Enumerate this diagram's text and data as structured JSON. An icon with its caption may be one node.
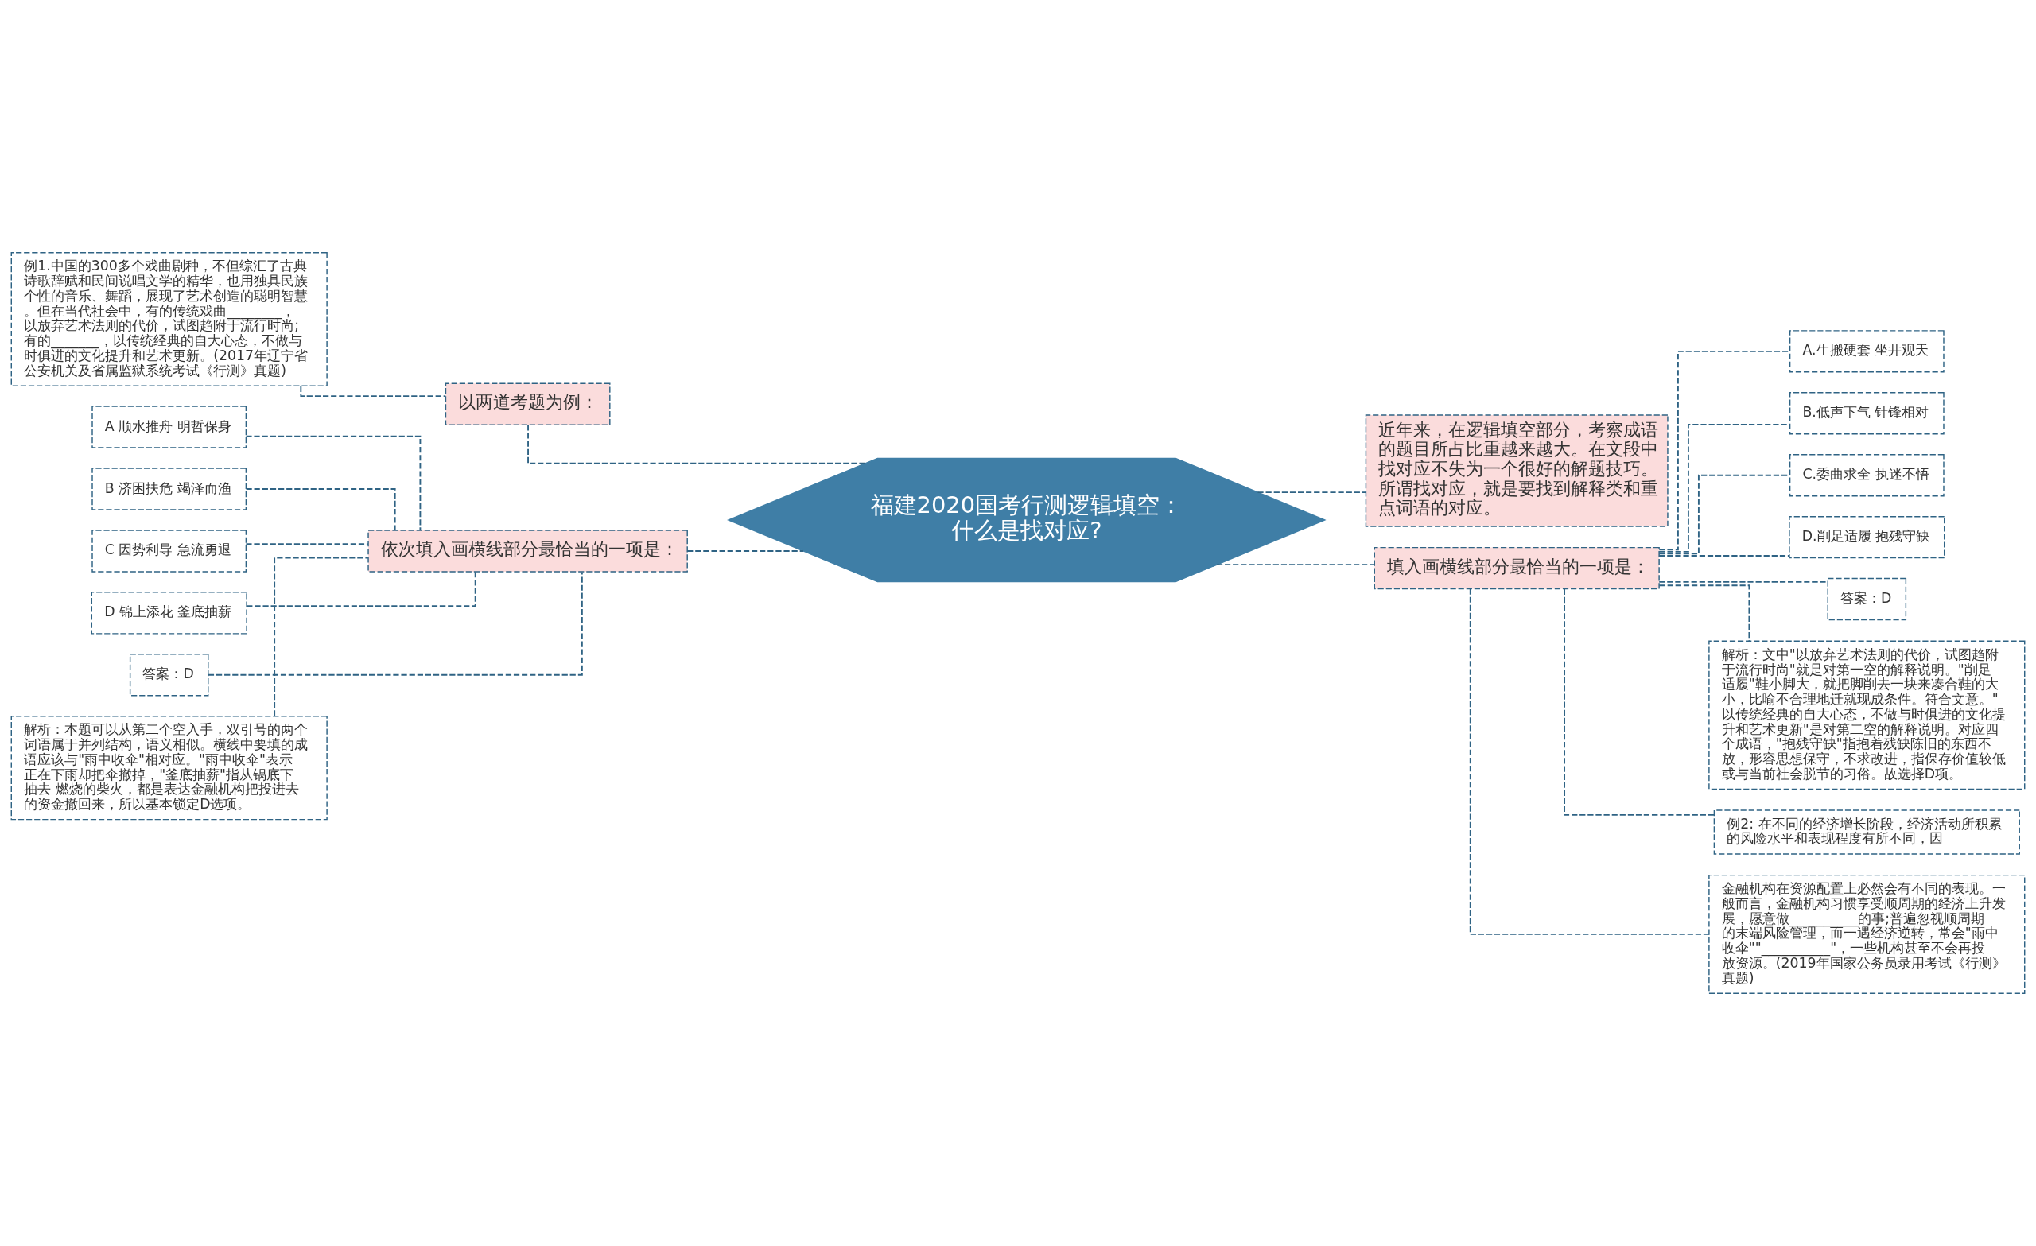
{
  "diagram": {
    "nodes": [
      {
        "text": [
          "福建2020国考行测逻辑填空：什么是找对应?"
        ]
      },
      {
        "text": [
          "以两道考题为例："
        ]
      },
      {
        "text": [
          "例1.中国的300多个戏曲剧种，不但综汇了古典诗歌辞赋和民间说唱文学的精华，也用独具民族个性的音乐、舞蹈，展现了艺术创造的聪明智慧。但在当代社会中，有的传统戏曲________，以放弃艺术法则的代价，试图趋附于流行时尚;有的_______，以传统经典的自大心态，不做与时俱进的文化提升和艺术更新。(2017年辽宁省公安机关及省属监狱系统考试《行测》真题)"
        ]
      },
      {
        "text": [
          "依次填入画横线部分最恰当的一项是："
        ]
      },
      {
        "text": [
          "A 顺水推舟 明哲保身"
        ]
      },
      {
        "text": [
          "B 济困扶危 竭泽而渔"
        ]
      },
      {
        "text": [
          "C 因势利导 急流勇退"
        ]
      },
      {
        "text": [
          "D 锦上添花 釜底抽薪"
        ]
      },
      {
        "text": [
          "答案：D"
        ]
      },
      {
        "text": [
          "解析：本题可以从第二个空入手，双引号的两个词语属于并列结构，语义相似。横线中要填的成语应该与\"雨中收伞\"相对应。\"雨中收伞\"表示正在下雨却把伞撤掉，\"釜底抽薪\"指从锅底下抽去 燃烧的柴火，都是表达金融机构把投进去的资金撤回来，所以基本锁定D选项。"
        ]
      },
      {
        "text": [
          "近年来，在逻辑填空部分，考察成语的题目所占比重越来越大。在文段中找对应不失为一个很好的解题技巧。所谓找对应，就是要找到解释类和重点词语的对应。"
        ]
      },
      {
        "text": [
          "填入画横线部分最恰当的一项是："
        ]
      },
      {
        "text": [
          "A.生搬硬套 坐井观天"
        ]
      },
      {
        "text": [
          "B.低声下气 针锋相对"
        ]
      },
      {
        "text": [
          "C.委曲求全 执迷不悟"
        ]
      },
      {
        "text": [
          "D.削足适履 抱残守缺"
        ]
      },
      {
        "text": [
          "答案：D"
        ]
      },
      {
        "text": [
          "解析：文中\"以放弃艺术法则的代价，试图趋附于流行时尚\"就是对第一空的解释说明。\"削足适履\"鞋小脚大，就把脚削去一块来凑合鞋的大小，比喻不合理地迁就现成条件。符合文意。\"以传统经典的自大心态，不做与时俱进的文化提升和艺术更新\"是对第二空的解释说明。对应四个成语，\"抱残守缺\"指抱着残缺陈旧的东西不放，形容思想保守，不求改进，指保存价值较低或与当前社会脱节的习俗。故选择D项。"
        ]
      },
      {
        "text": [
          "例2: 在不同的经济增长阶段，经济活动所积累的风险水平和表现程度有所不同，因"
        ]
      },
      {
        "text": [
          "金融机构在资源配置上必然会有不同的表现。一般而言，金融机构习惯享受顺周期的经济上升发展，愿意做__________的事;普遍忽视顺周期的末端风险管理，而一遇经济逆转，常会\"雨中收伞\"\"__________\"，一些机构甚至不会再投放资源。(2019年国家公务员录用考试《行测》真题)"
        ]
      }
    ],
    "edges": [
      {
        "from": 0,
        "to": 1,
        "arrow": "none",
        "style": "dashed"
      },
      {
        "from": 1,
        "to": 2,
        "arrow": "none",
        "style": "dashed"
      },
      {
        "from": 0,
        "to": 3,
        "arrow": "none",
        "style": "dashed"
      },
      {
        "from": 3,
        "to": 4,
        "arrow": "none",
        "style": "dashed"
      },
      {
        "from": 3,
        "to": 5,
        "arrow": "none",
        "style": "dashed"
      },
      {
        "from": 3,
        "to": 6,
        "arrow": "none",
        "style": "dashed"
      },
      {
        "from": 3,
        "to": 7,
        "arrow": "none",
        "style": "dashed"
      },
      {
        "from": 3,
        "to": 8,
        "arrow": "none",
        "style": "dashed"
      },
      {
        "from": 3,
        "to": 9,
        "arrow": "none",
        "style": "dashed"
      },
      {
        "from": 0,
        "to": 10,
        "arrow": "none",
        "style": "dashed"
      },
      {
        "from": 0,
        "to": 11,
        "arrow": "none",
        "style": "dashed"
      },
      {
        "from": 11,
        "to": 12,
        "arrow": "none",
        "style": "dashed"
      },
      {
        "from": 11,
        "to": 13,
        "arrow": "none",
        "style": "dashed"
      },
      {
        "from": 11,
        "to": 14,
        "arrow": "none",
        "style": "dashed"
      },
      {
        "from": 11,
        "to": 15,
        "arrow": "none",
        "style": "dashed"
      },
      {
        "from": 11,
        "to": 16,
        "arrow": "none",
        "style": "dashed"
      },
      {
        "from": 11,
        "to": 17,
        "arrow": "none",
        "style": "dashed"
      },
      {
        "from": 11,
        "to": 18,
        "arrow": "none",
        "style": "dashed"
      },
      {
        "from": 11,
        "to": 19,
        "arrow": "none",
        "style": "dashed"
      }
    ]
  }
}
